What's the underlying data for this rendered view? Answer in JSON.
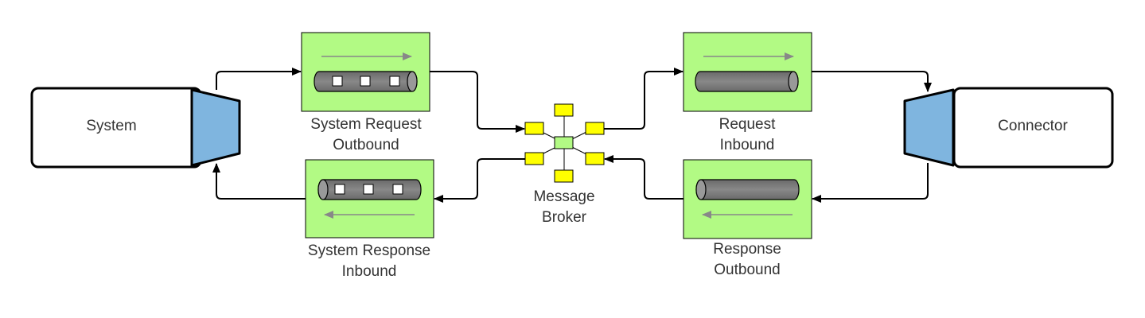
{
  "diagram": {
    "system": {
      "label": "System"
    },
    "connector": {
      "label": "Connector"
    },
    "system_request_outbound": {
      "line1": "System Request",
      "line2": "Outbound"
    },
    "system_response_inbound": {
      "line1": "System Response",
      "line2": "Inbound"
    },
    "message_broker": {
      "line1": "Message",
      "line2": "Broker"
    },
    "request_inbound": {
      "line1": "Request",
      "line2": "Inbound"
    },
    "response_outbound": {
      "line1": "Response",
      "line2": "Outbound"
    }
  },
  "colors": {
    "channel_fill": "#b2fa84",
    "adapter_fill": "#7fb5df",
    "broker_port": "#ffff00",
    "pipe": "#777777",
    "line": "#000000"
  }
}
